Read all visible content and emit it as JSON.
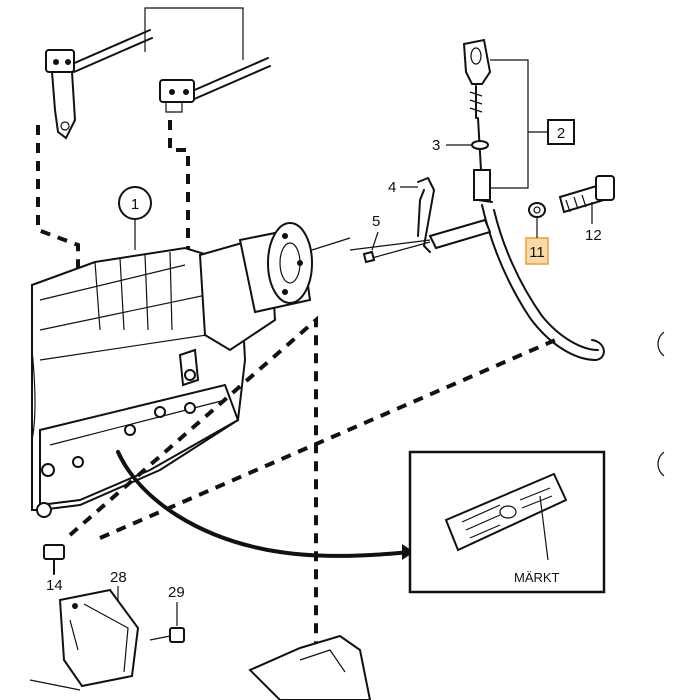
{
  "callouts": {
    "c1": "1",
    "c2": "2",
    "c3": "3",
    "c4": "4",
    "c5": "5",
    "c11": "11",
    "c12": "12",
    "c14": "14",
    "c28": "28",
    "c29": "29"
  },
  "detail": {
    "marked_label": "MÄRKT"
  },
  "colors": {
    "highlight_fill": "#fbd9a8",
    "highlight_border": "#f0a040",
    "ink": "#111111"
  }
}
